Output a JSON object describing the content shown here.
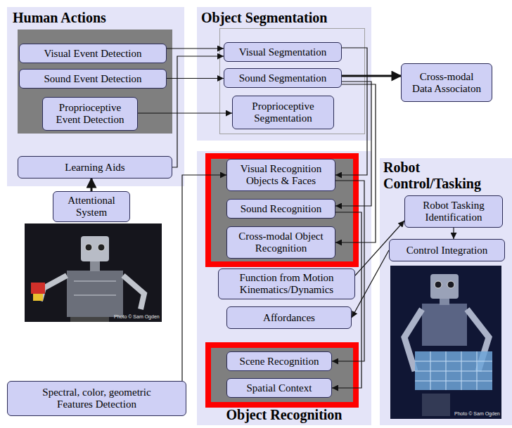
{
  "diagram": {
    "nodes": [
      {
        "text": [
          "Human Actions"
        ]
      },
      {
        "text": [
          "Visual Event Detection"
        ],
        "in": 0
      },
      {
        "text": [
          "Sound Event Detection"
        ],
        "in": 0
      },
      {
        "text": [
          "Proprioceptive Event Detection"
        ],
        "in": 0
      },
      {
        "text": [
          "Learning Aids"
        ],
        "in": 0
      },
      {
        "text": [
          "Object Segmentation"
        ]
      },
      {
        "text": [
          "Visual Segmentation"
        ],
        "in": 5
      },
      {
        "text": [
          "Sound Segmentation"
        ],
        "in": 5
      },
      {
        "text": [
          "Proprioceptive Segmentation"
        ],
        "in": 5
      },
      {
        "text": [
          "Cross-modal Data Associaton"
        ]
      },
      {
        "text": [
          "Attentional System"
        ]
      },
      {
        "text": [
          "Object Recognition"
        ]
      },
      {
        "text": [
          "Visual Recognition Objects & Faces"
        ],
        "in": 11
      },
      {
        "text": [
          "Sound Recognition"
        ],
        "in": 11
      },
      {
        "text": [
          "Cross-modal Object Recognition"
        ],
        "in": 11
      },
      {
        "text": [
          "Function from Motion Kinematics/Dynamics"
        ],
        "in": 11
      },
      {
        "text": [
          "Affordances"
        ],
        "in": 11
      },
      {
        "text": [
          "Scene Recognition"
        ],
        "in": 11
      },
      {
        "text": [
          "Spatial Context"
        ],
        "in": 11
      },
      {
        "text": [
          "Robot Control/Tasking"
        ]
      },
      {
        "text": [
          "Robot Tasking Identification"
        ],
        "in": 19
      },
      {
        "text": [
          "Control Integration"
        ],
        "in": 19
      },
      {
        "text": [
          "Spectral, color, geometric Features Detection"
        ]
      }
    ],
    "edges": [
      {
        "from": 1,
        "to": 6,
        "arrow": "to"
      },
      {
        "from": 2,
        "to": 7,
        "arrow": "to"
      },
      {
        "from": 3,
        "to": 8,
        "arrow": "to"
      },
      {
        "from": 4,
        "to": 6,
        "arrow": "to"
      },
      {
        "from": 10,
        "to": 4,
        "arrow": "to"
      },
      {
        "from": 7,
        "to": 9,
        "arrow": "to"
      },
      {
        "from": 6,
        "to": 12,
        "arrow": "to"
      },
      {
        "from": 7,
        "to": 13,
        "arrow": "to"
      },
      {
        "from": 7,
        "to": 14,
        "arrow": "to"
      },
      {
        "from": 22,
        "to": 12,
        "arrow": "to"
      },
      {
        "from": 12,
        "to": 17,
        "arrow": "to"
      },
      {
        "from": 13,
        "to": 18,
        "arrow": "to"
      },
      {
        "from": 15,
        "to": 20,
        "arrow": "to"
      },
      {
        "from": 20,
        "to": 21,
        "arrow": "to"
      },
      {
        "from": 21,
        "to": 16,
        "arrow": "to"
      }
    ],
    "labels": [
      "Photo © Sam Ogden",
      "Photo © Sam Ogden"
    ]
  }
}
